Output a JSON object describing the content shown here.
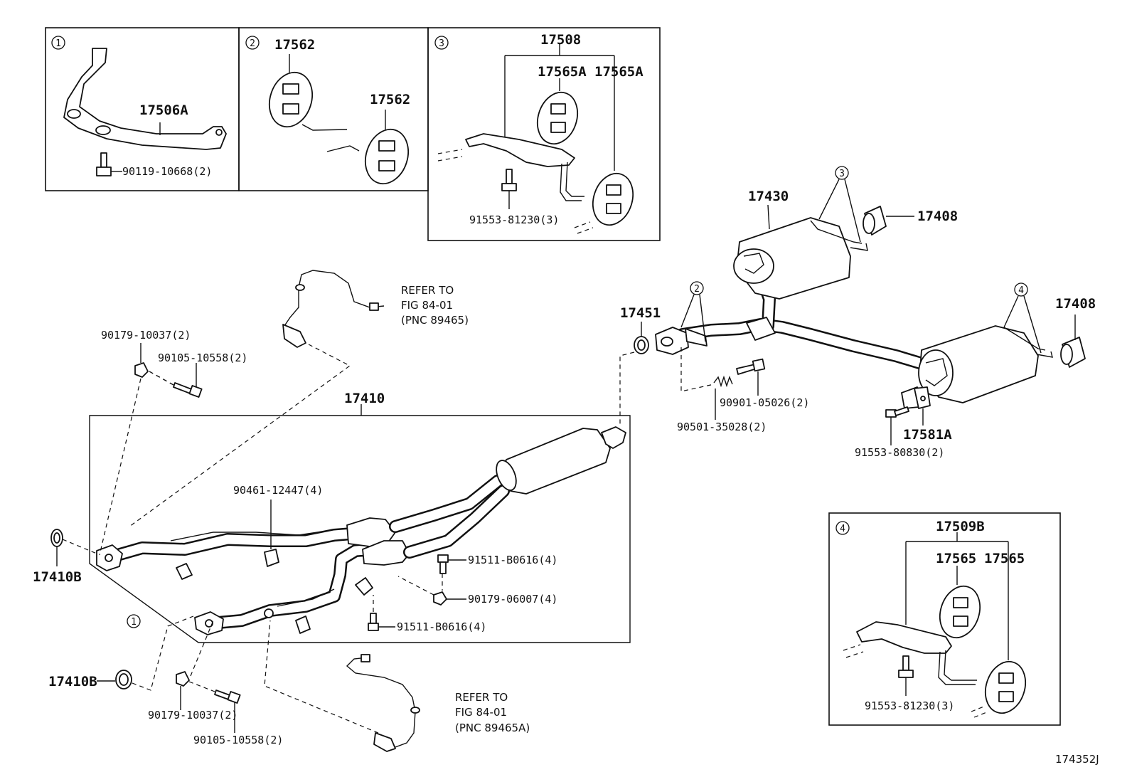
{
  "figure_id": "174352J",
  "refs": {
    "r1": "1",
    "r2": "2",
    "r3": "3",
    "r4": "4"
  },
  "inset1": {
    "bracket": "17506A",
    "bolt": "90119-10668(2)"
  },
  "inset2": {
    "hanger_a": "17562",
    "hanger_b": "17562"
  },
  "inset3": {
    "bracket": "17508",
    "cushion_a": "17565A",
    "cushion_b": "17565A",
    "bolt": "91553-81230(3)"
  },
  "inset4": {
    "bracket": "17509B",
    "cushion_a": "17565",
    "cushion_b": "17565",
    "bolt": "91553-81230(3)"
  },
  "main": {
    "front_pipe": "17410",
    "gasket_upper": "17410B",
    "gasket_lower": "17410B",
    "gasket_center": "17451",
    "muffler_upper": "17430",
    "tail_tip_upper": "17408",
    "tail_tip_lower": "17408",
    "actuator": "17581A",
    "actuator_bolt": "91553-80830(2)",
    "nut_upper": "90179-10037(2)",
    "bolt_upper": "90105-10558(2)",
    "nut_lower": "90179-10037(2)",
    "bolt_lower": "90105-10558(2)",
    "clamp": "90461-12447(4)",
    "bolt_front_1": "91511-B0616(4)",
    "nut_front": "90179-06007(4)",
    "bolt_front_2": "91511-B0616(4)",
    "spring_bolt": "90901-05026(2)",
    "spring": "90501-35028(2)"
  },
  "sensor_upper": {
    "l1": "REFER TO",
    "l2": "FIG 84-01",
    "l3": "(PNC 89465)"
  },
  "sensor_lower": {
    "l1": "REFER TO",
    "l2": "FIG 84-01",
    "l3": "(PNC 89465A)"
  }
}
